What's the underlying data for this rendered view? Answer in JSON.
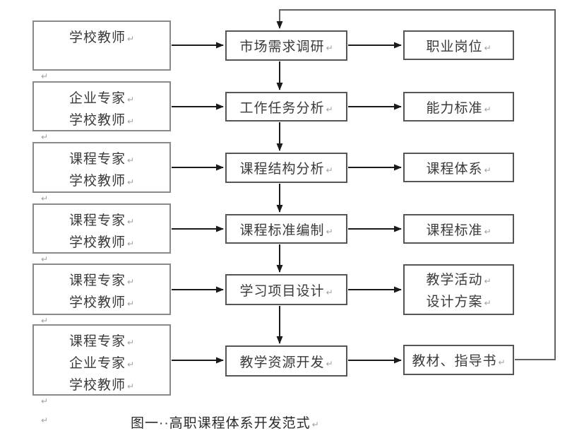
{
  "diagram": {
    "title_caption": "图一··高职课程体系开发范式",
    "marks": {
      "return": "↵"
    },
    "colors": {
      "background": "#ffffff",
      "left_box_border": "#8a8a8a",
      "process_box_border": "#555555",
      "arrow_line": "#1a1a1a",
      "feedback_line": "#636363",
      "text": "#3a3a3a",
      "return_mark": "#9aa0a6"
    },
    "rows": [
      {
        "left": {
          "lines": [
            "学校教师"
          ]
        },
        "middle": "市场需求调研",
        "right": {
          "lines": [
            "职业岗位"
          ]
        }
      },
      {
        "left": {
          "lines": [
            "企业专家",
            "学校教师"
          ]
        },
        "middle": "工作任务分析",
        "right": {
          "lines": [
            "能力标准"
          ]
        }
      },
      {
        "left": {
          "lines": [
            "课程专家",
            "学校教师"
          ]
        },
        "middle": "课程结构分析",
        "right": {
          "lines": [
            "课程体系"
          ]
        }
      },
      {
        "left": {
          "lines": [
            "课程专家",
            "学校教师"
          ]
        },
        "middle": "课程标准编制",
        "right": {
          "lines": [
            "课程标准"
          ]
        }
      },
      {
        "left": {
          "lines": [
            "课程专家",
            "学校教师"
          ]
        },
        "middle": "学习项目设计",
        "right": {
          "lines": [
            "教学活动",
            "设计方案"
          ]
        }
      },
      {
        "left": {
          "lines": [
            "课程专家",
            "企业专家",
            "学校教师"
          ]
        },
        "middle": "教学资源开发",
        "right": {
          "lines": [
            "教材、指导书"
          ]
        }
      }
    ]
  }
}
